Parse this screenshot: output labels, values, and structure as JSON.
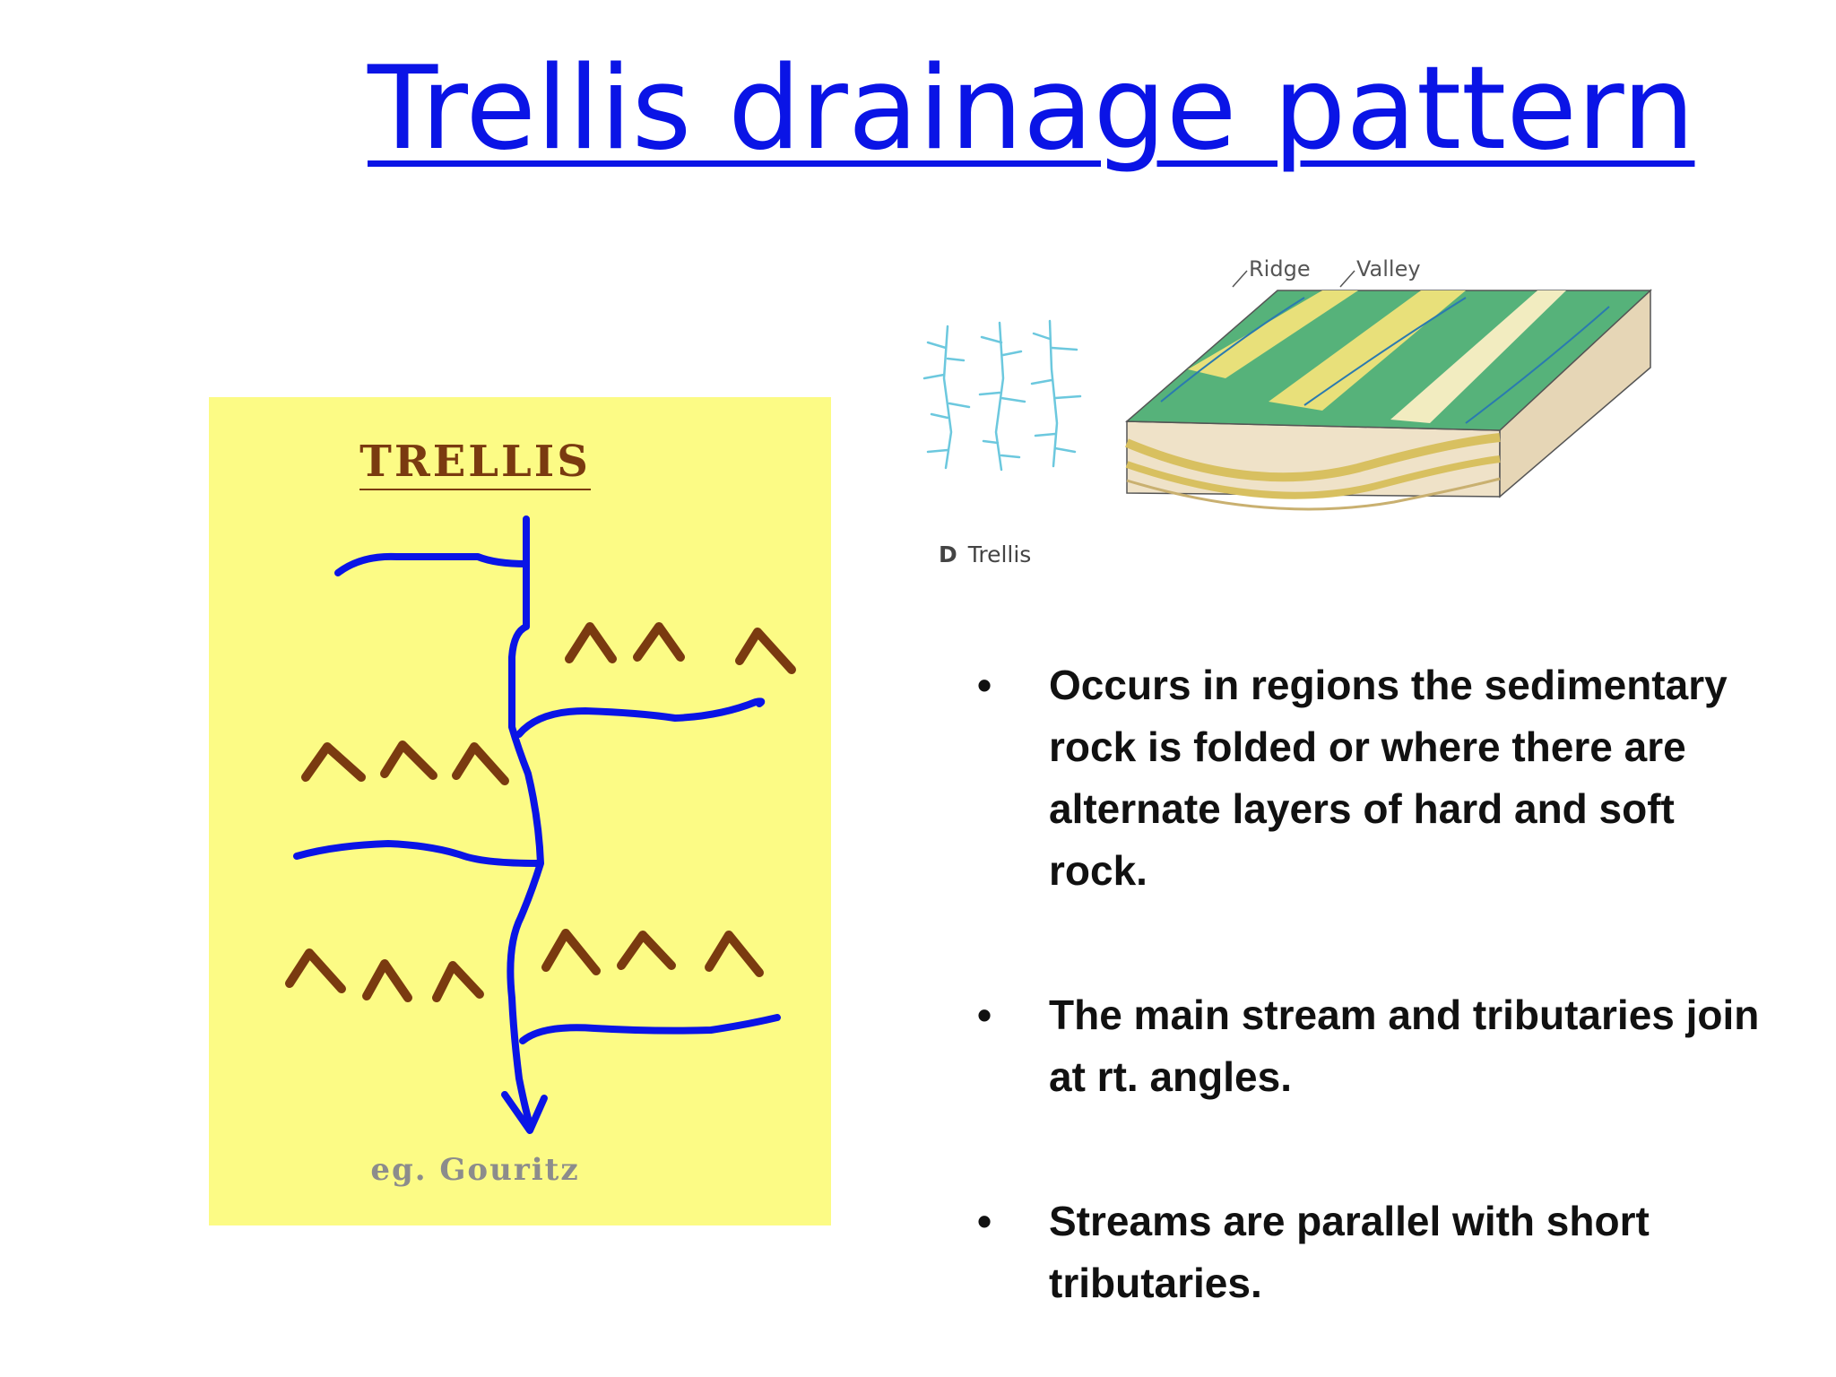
{
  "title": "Trellis drainage pattern",
  "left_panel": {
    "heading": "TRELLIS",
    "caption": "eg. Gouritz",
    "background_color": "#fcfb85",
    "stream_color": "#0a14e6",
    "ridge_color": "#7a3a10"
  },
  "block_diagram": {
    "label_ridge": "Ridge",
    "label_valley": "Valley",
    "caption_letter": "D",
    "caption_text": "Trellis"
  },
  "bullet_symbol": "•",
  "bullets": [
    {
      "text": "Occurs in regions the sedimentary rock is folded or where there are alternate layers of hard and soft rock."
    },
    {
      "text": "The main stream and tributaries join at rt. angles."
    },
    {
      "text": "Streams are parallel with short tributaries."
    }
  ]
}
